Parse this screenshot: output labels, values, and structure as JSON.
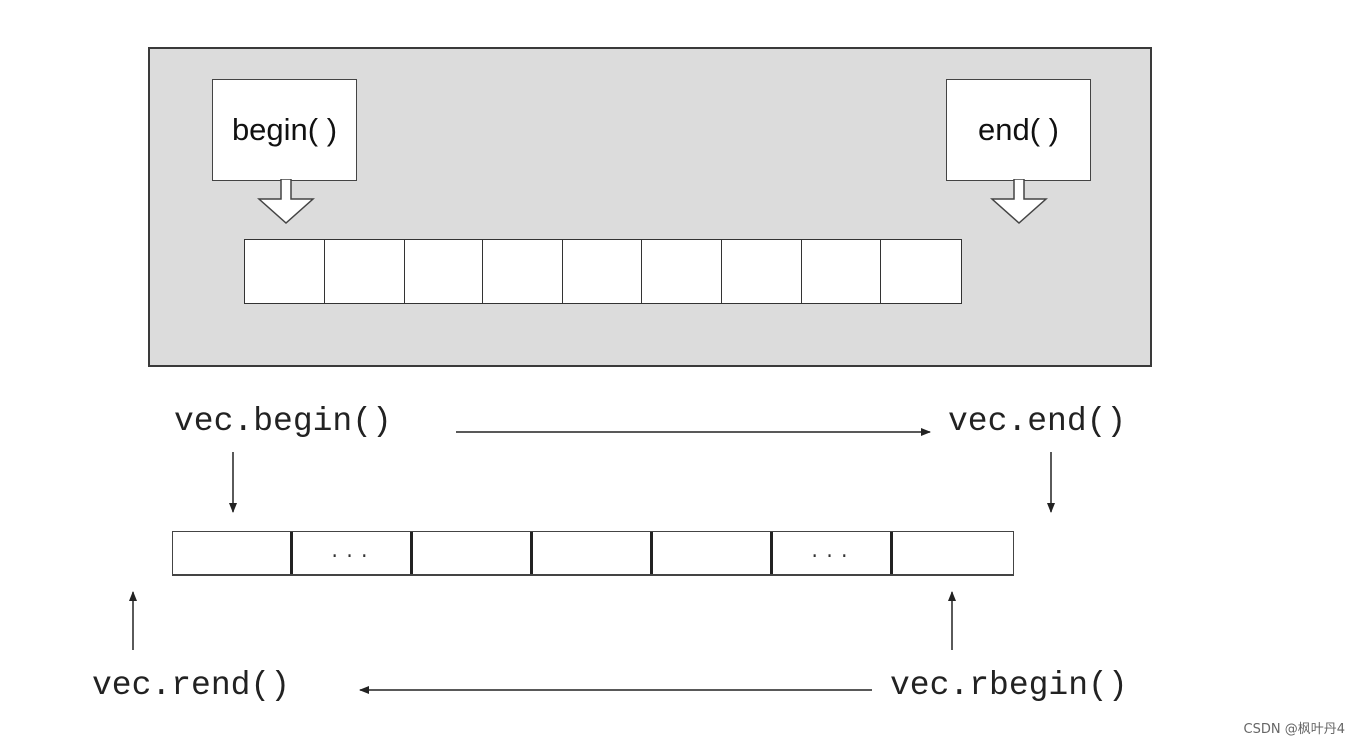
{
  "top_diagram": {
    "begin_label": "begin( )",
    "end_label": "end( )",
    "cell_count": 9
  },
  "bottom_diagram": {
    "vec_begin": "vec.begin()",
    "vec_end": "vec.end()",
    "vec_rend": "vec.rend()",
    "vec_rbegin": "vec.rbegin()",
    "cells": [
      "",
      "...",
      "",
      "",
      "",
      "...",
      ""
    ]
  },
  "watermark": "CSDN @枫叶丹4"
}
